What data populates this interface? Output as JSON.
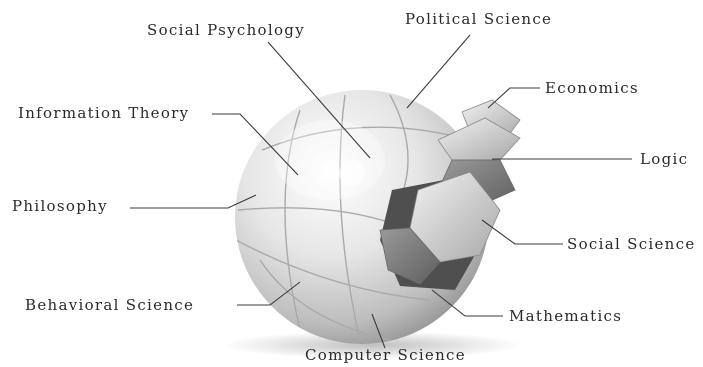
{
  "labels": {
    "social_psychology": "Social Psychology",
    "political_science": "Political Science",
    "economics": "Economics",
    "information_theory": "Information Theory",
    "logic": "Logic",
    "philosophy": "Philosophy",
    "social_science": "Social Science",
    "behavioral_science": "Behavioral Science",
    "mathematics": "Mathematics",
    "computer_science": "Computer Science"
  }
}
